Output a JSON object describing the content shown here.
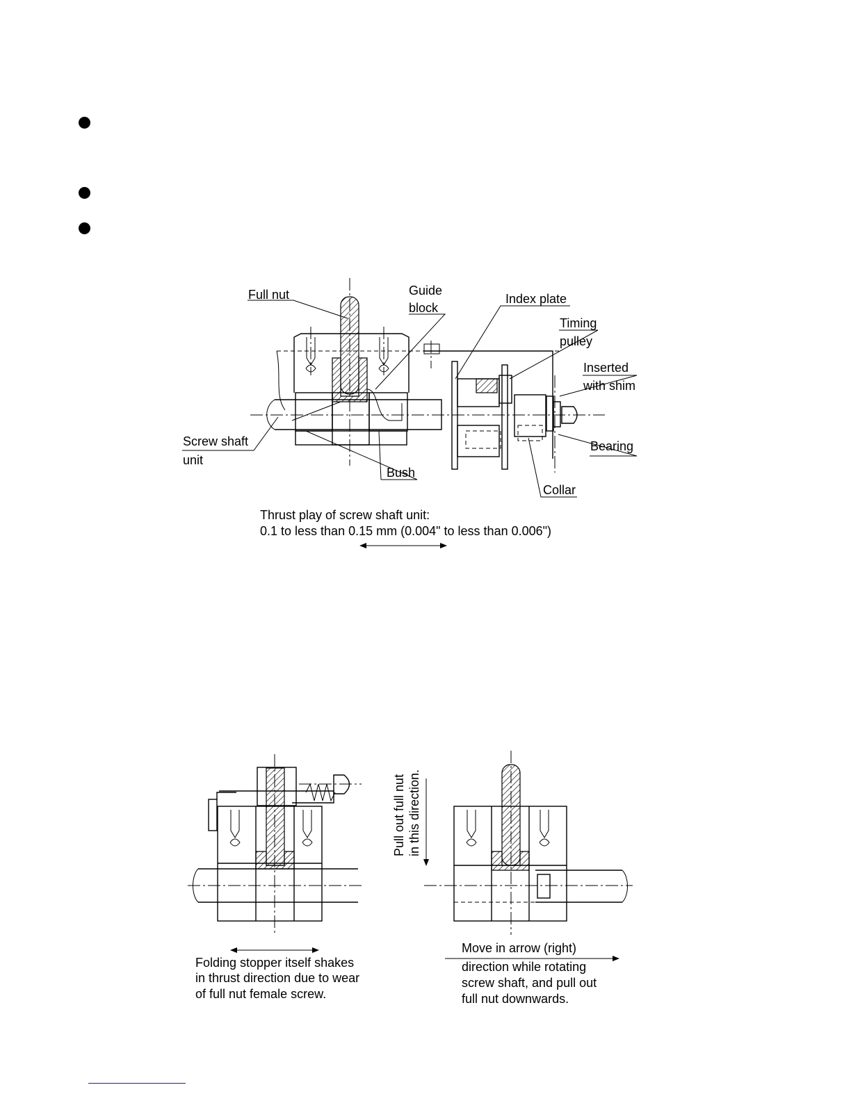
{
  "bullets": 3,
  "figure1": {
    "labels": {
      "full_nut": "Full nut",
      "guide_block_1": "Guide",
      "guide_block_2": "block",
      "index_plate": "Index plate",
      "timing_pulley_1": "Timing",
      "timing_pulley_2": "pulley",
      "inserted_1": "Inserted",
      "inserted_2": "with shim",
      "screw_shaft_1": "Screw shaft",
      "screw_shaft_2": "unit",
      "bearing": "Bearing",
      "bush": "Bush",
      "collar": "Collar"
    },
    "caption_line1": "Thrust play of screw shaft unit:",
    "caption_line2": "0.1 to less than 0.15 mm (0.004\" to less than 0.006\")"
  },
  "figure2": {
    "left_caption": [
      "Folding stopper itself shakes",
      "in thrust direction due to wear",
      "of full nut female screw."
    ],
    "pull_text_1": "Pull out full nut",
    "pull_text_2": "in this direction.",
    "right_caption": [
      "Move in arrow (right)",
      "direction while rotating",
      "screw shaft, and pull out",
      "full nut downwards."
    ]
  }
}
